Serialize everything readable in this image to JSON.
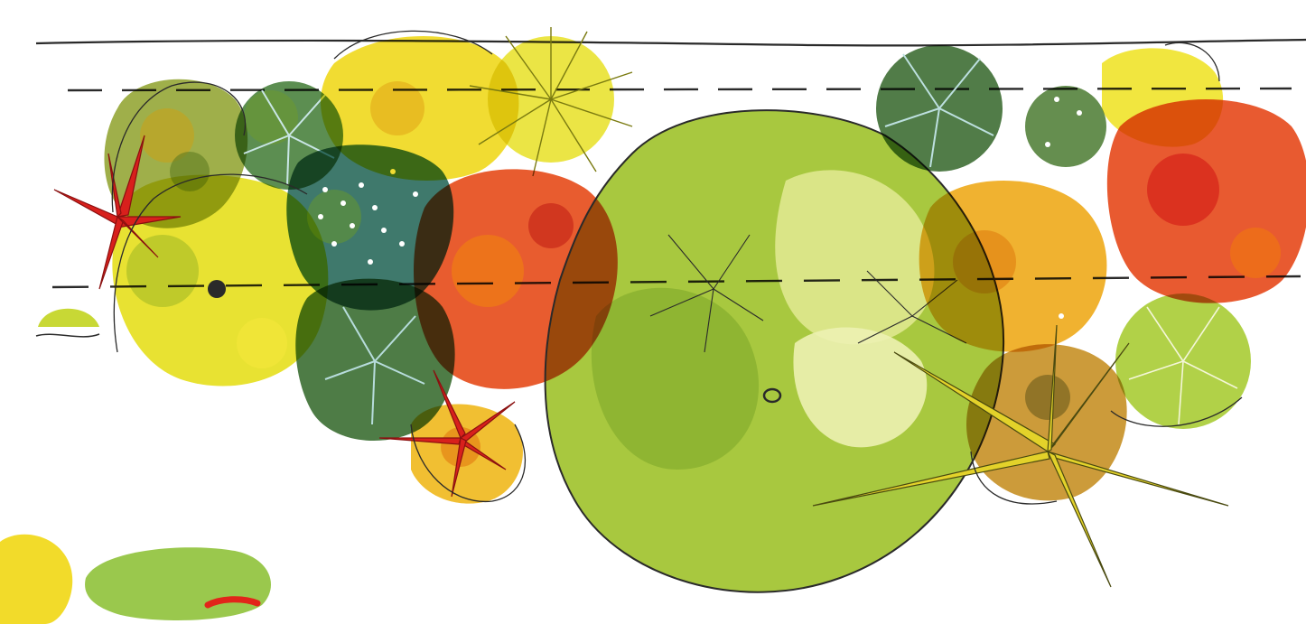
{
  "image": {
    "kind": "watercolor planting plan sketch",
    "background": "#ffffff",
    "palette": {
      "lime": "#b8cc2a",
      "light_green": "#c9db5a",
      "pale_green": "#dfe88a",
      "yellow": "#f2e01e",
      "mustard": "#e0b514",
      "orange": "#ee8a12",
      "red_orange": "#e2481a",
      "red": "#d8201c",
      "dark_green": "#3d6b32",
      "teal": "#2a6a5c",
      "olive": "#7b8a22",
      "pencil": "#2a2a2a"
    },
    "plants": [
      {
        "id": "shrub-left-olive",
        "fill": "olive"
      },
      {
        "id": "shrub-left-yellow",
        "fill": "yellow"
      },
      {
        "id": "starfish-plant-left",
        "fill": "red"
      },
      {
        "id": "grass-blue-green",
        "fill": "dark_green"
      },
      {
        "id": "shrub-teal-white-flowers",
        "fill": "teal"
      },
      {
        "id": "shrub-yellow-top",
        "fill": "yellow"
      },
      {
        "id": "spiky-yellow-grass",
        "fill": "yellow"
      },
      {
        "id": "shrub-red-orange",
        "fill": "red_orange"
      },
      {
        "id": "grass-dark-green-lower",
        "fill": "dark_green"
      },
      {
        "id": "starfish-plant-center",
        "fill": "red"
      },
      {
        "id": "tree-large-canopy",
        "fill": "lime"
      },
      {
        "id": "shrub-pale-green",
        "fill": "pale_green"
      },
      {
        "id": "grass-dark-green-right",
        "fill": "dark_green"
      },
      {
        "id": "shrub-orange-right",
        "fill": "orange"
      },
      {
        "id": "shrub-red-far-right",
        "fill": "red_orange"
      },
      {
        "id": "grass-light-green-right",
        "fill": "light_green"
      },
      {
        "id": "spiky-yucca-right",
        "fill": "yellow"
      },
      {
        "id": "shrub-bottom-left-yellow",
        "fill": "yellow"
      },
      {
        "id": "shrub-bottom-left-green",
        "fill": "light_green"
      }
    ]
  }
}
